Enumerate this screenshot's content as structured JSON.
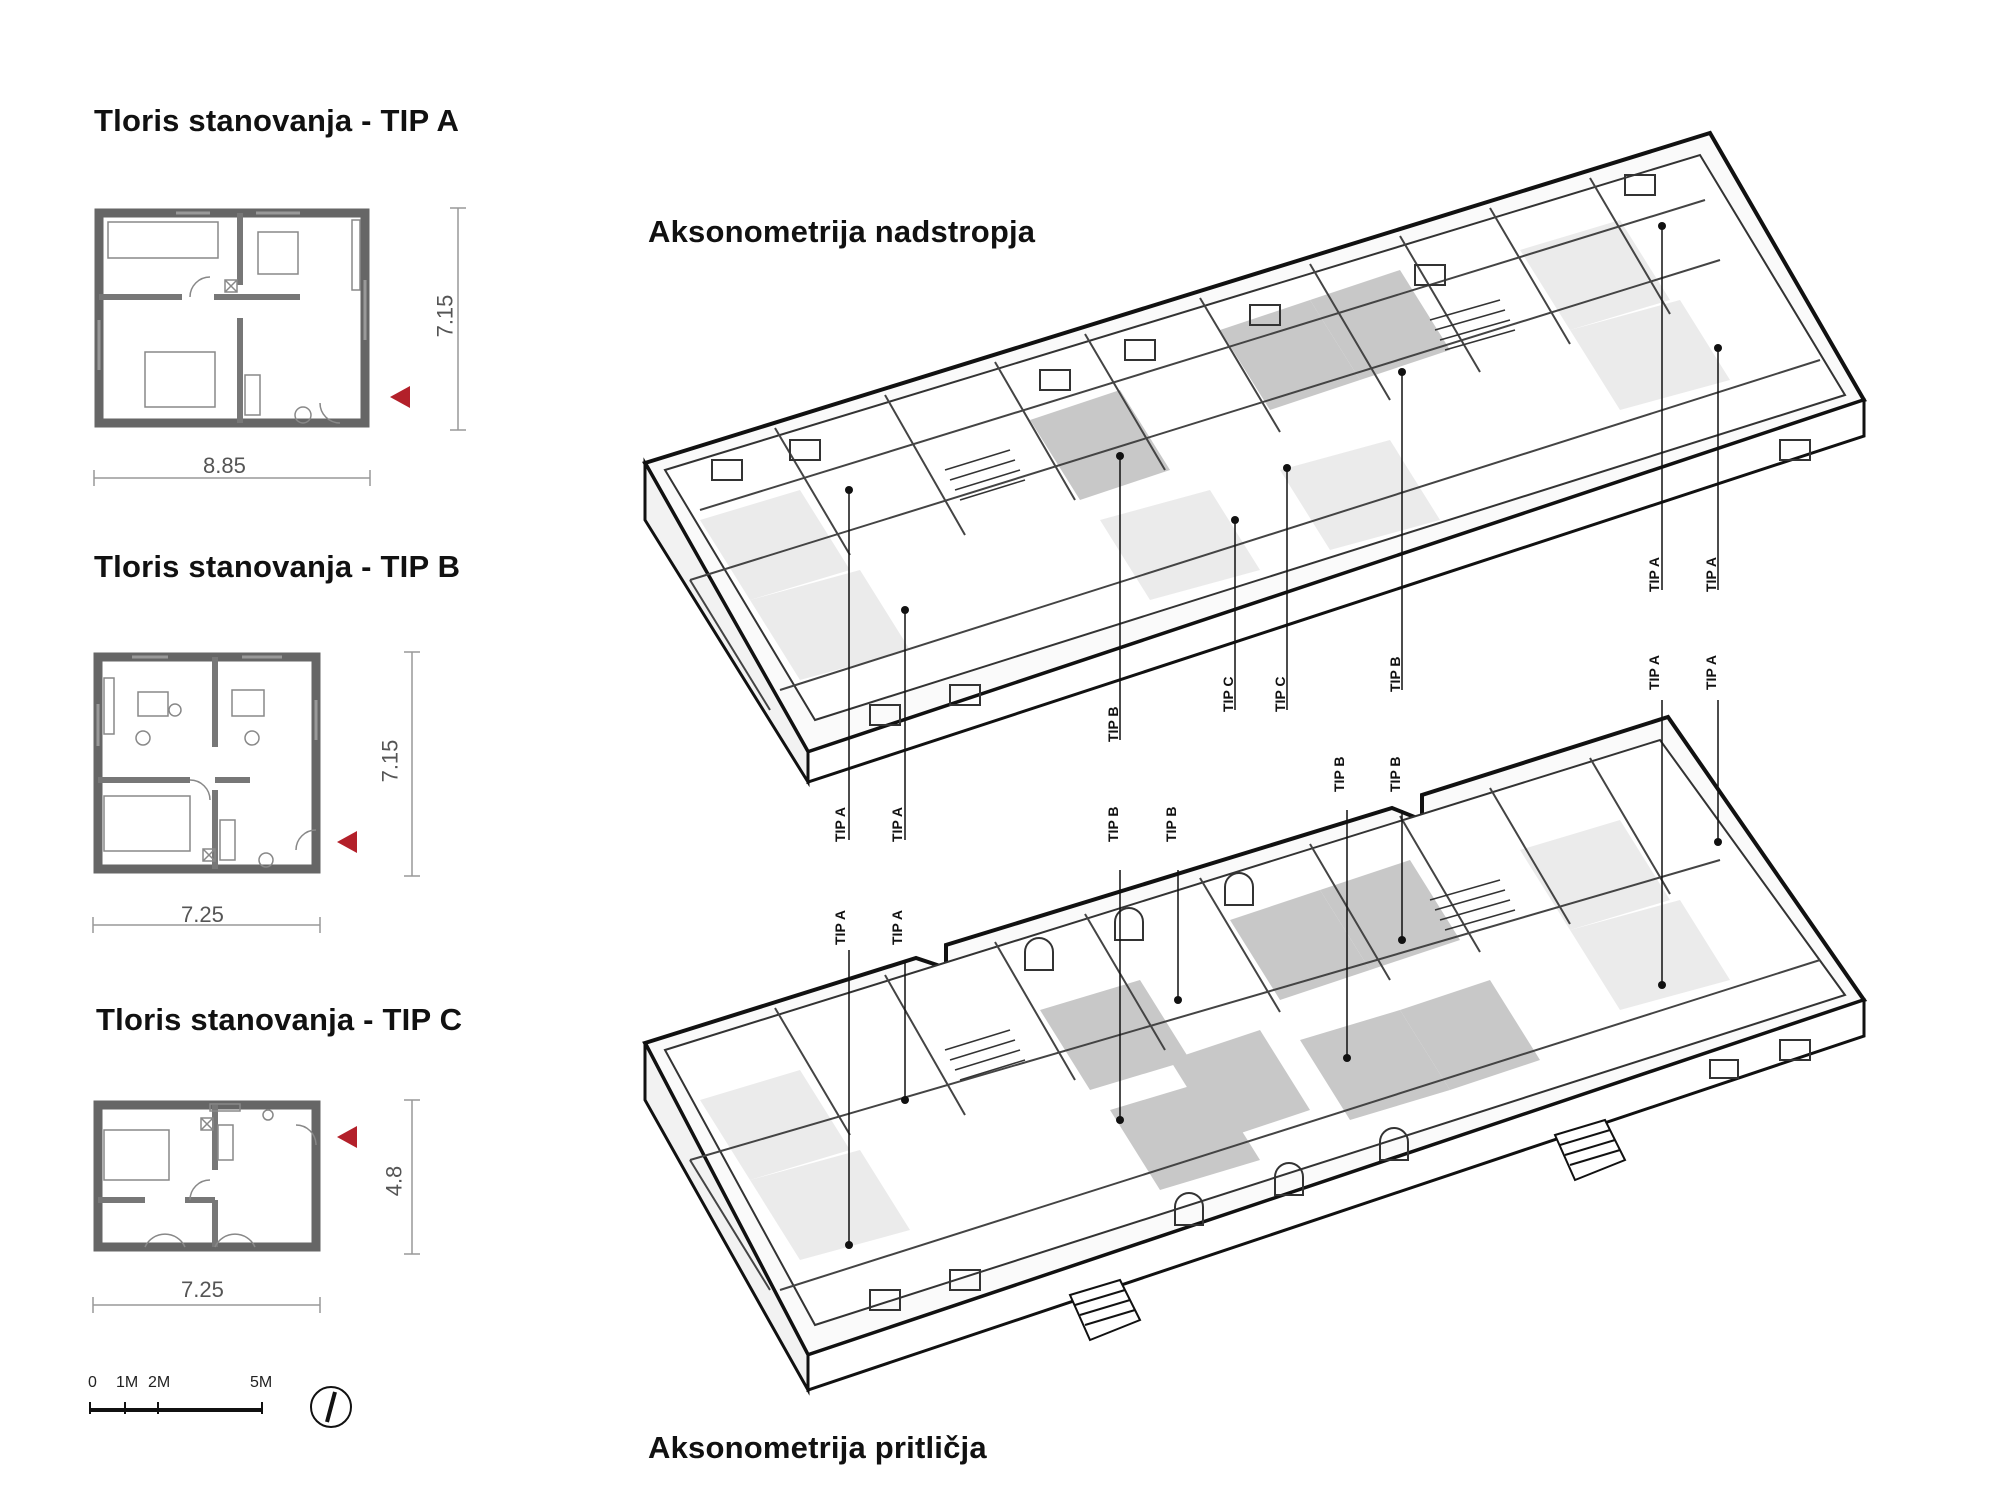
{
  "plans": {
    "a": {
      "title": "Tloris stanovanja - TIP A",
      "width": "8.85",
      "height": "7.15"
    },
    "b": {
      "title": "Tloris stanovanja - TIP B",
      "width": "7.25",
      "height": "7.15"
    },
    "c": {
      "title": "Tloris stanovanja - TIP C",
      "width": "7.25",
      "height": "4.8"
    }
  },
  "axo": {
    "upper_title": "Aksonometrija nadstropja",
    "lower_title": "Aksonometrija pritličja"
  },
  "unit_labels": {
    "tip_a": "TIP A",
    "tip_b": "TIP B",
    "tip_c": "TIP C"
  },
  "scale_bar": {
    "t0": "0",
    "t1": "1M",
    "t2": "2M",
    "t5": "5M"
  },
  "colors": {
    "wall": "#666666",
    "entry_marker": "#b3202a",
    "floor_grey": "#c8c8c8",
    "floor_light": "#ebebeb"
  },
  "icons": {
    "entry": "entry-triangle-icon",
    "north": "north-arrow-icon"
  }
}
